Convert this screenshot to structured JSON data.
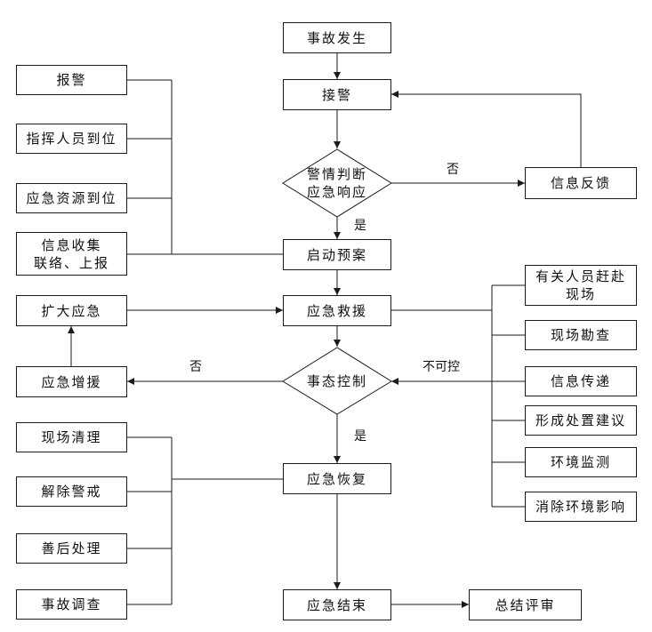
{
  "colors": {
    "line": "#1a1a1a",
    "background": "#ffffff",
    "frame": "#f3f3f3"
  },
  "nodes": {
    "accident": "事故发生",
    "receive_alarm": "接警",
    "judge": "警情判断\n应急响应",
    "feedback": "信息反馈",
    "report_alarm": "报警",
    "commander": "指挥人员到位",
    "resources": "应急资源到位",
    "info_collect": "信息收集\n联络、上报",
    "start_plan": "启动预案",
    "expand": "扩大应急",
    "rescue": "应急救援",
    "reinforce": "应急增援",
    "control": "事态控制",
    "personnel": "有关人员赶赴\n现场",
    "survey": "现场勘查",
    "info_pass": "信息传递",
    "advice": "形成处置建议",
    "env_monitor": "环境监测",
    "env_eliminate": "消除环境影响",
    "site_clean": "现场清理",
    "lift_alert": "解除警戒",
    "aftermath": "善后处理",
    "investigation": "事故调查",
    "recovery": "应急恢复",
    "end": "应急结束",
    "review": "总结评审"
  },
  "edge_labels": {
    "judge_no": "否",
    "judge_yes": "是",
    "control_uncontrollable": "不可控",
    "control_no": "否",
    "control_yes": "是"
  }
}
